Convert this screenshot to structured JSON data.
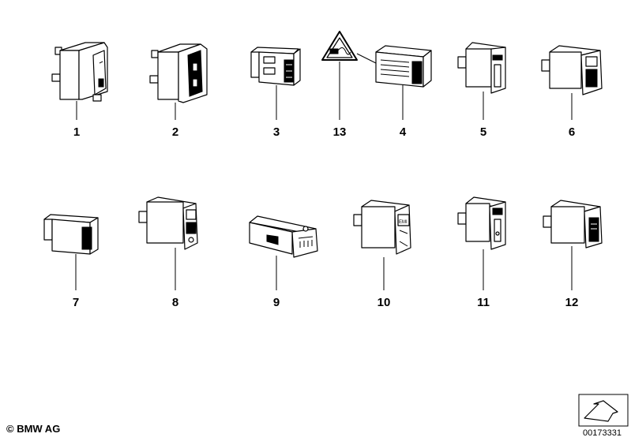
{
  "parts": [
    {
      "id": "part-1",
      "label": "1"
    },
    {
      "id": "part-2",
      "label": "2"
    },
    {
      "id": "part-3",
      "label": "3"
    },
    {
      "id": "part-13",
      "label": "13"
    },
    {
      "id": "part-4",
      "label": "4"
    },
    {
      "id": "part-5",
      "label": "5"
    },
    {
      "id": "part-6",
      "label": "6"
    },
    {
      "id": "part-7",
      "label": "7"
    },
    {
      "id": "part-8",
      "label": "8"
    },
    {
      "id": "part-9",
      "label": "9"
    },
    {
      "id": "part-10",
      "label": "10"
    },
    {
      "id": "part-11",
      "label": "11"
    },
    {
      "id": "part-12",
      "label": "12"
    }
  ],
  "switch_symbols": {
    "emergency_warning": "EMI"
  },
  "footer": {
    "copyright": "© BMW AG",
    "document_number": "00173331"
  }
}
